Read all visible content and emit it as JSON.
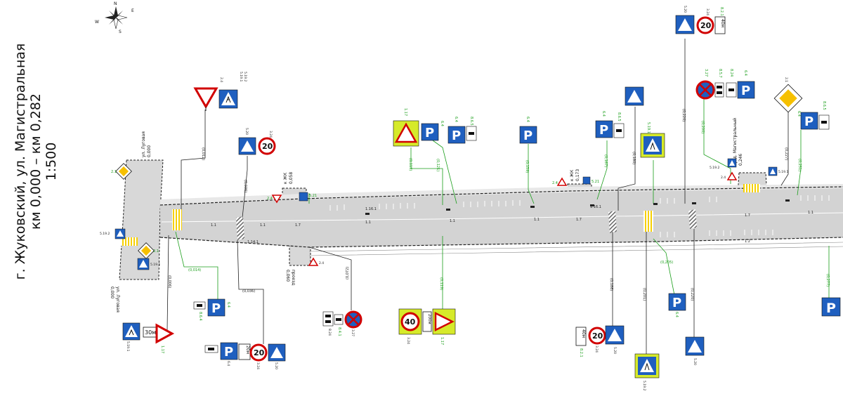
{
  "title": {
    "line1": "г. Жуковский, ул. Магистральная",
    "line2": "км 0,000 – км 0,282",
    "line3": "1:500"
  },
  "compass": {
    "n": "N",
    "e": "E",
    "s": "S",
    "w": "W"
  },
  "road_labels": {
    "lugovaya_top": "ул. Луговая",
    "lugovaya_top_km": "0,000",
    "lugovaya_bottom": "ул. Луговая",
    "lugovaya_bottom_km": "0,000",
    "zhk1": "к ЖК",
    "zhk1_km": "0,058",
    "proezd": "проезд",
    "proezd_km": "0,060",
    "zhk2": "к ЖК",
    "zhk2_km": "0,173",
    "mag": "пр-д. Магистральный",
    "mag_km": "0,246"
  },
  "markings": {
    "m1_1": "1.1",
    "m1_7": "1.7",
    "m1_2": "1.2",
    "m1_14": "1.14.1",
    "m1_16": "1.16.1",
    "m1_16b": "1.16.1"
  },
  "distances": {
    "d1": "(0,012)",
    "d2": "(0,036)",
    "d3": "(0,014)",
    "d4": "(0,036)",
    "d5": "(0,006)",
    "d6": "(0,072)",
    "d7": "(0,119)",
    "d8": "(0,119)",
    "d9": "(0,121)",
    "d10": "(0,159)",
    "d11": "(0,167)",
    "d12": "(0,188)",
    "d13": "(0,201)",
    "d14": "(0,205)",
    "d15": "(0,220)",
    "d16": "(0,227)",
    "d17": "(0,251)",
    "d18": "(0,277)",
    "d19": "(0,200)",
    "d20": "(0,180)",
    "d21": "(0,220)"
  },
  "signs": {
    "speed20_a": "20",
    "speed20_b": "20",
    "speed20_c": "20",
    "speed20_d": "20",
    "speed40": "40",
    "p_letter": "P",
    "len_30": "30м",
    "len_20a": "20м",
    "len_20b": "20м",
    "len_40a": "40м",
    "len_40b": "40м",
    "len_200": "200м"
  },
  "sign_codes": {
    "c5_20": "5.20",
    "c3_24": "3.24",
    "c8_2_1": "8.2.1",
    "c2_4": "2.4",
    "c1_17": "1.17",
    "c6_4": "6.4",
    "c8_6_5": "8.6.5",
    "c8_4_1": "8.4.1",
    "c3_27": "3.27",
    "c8_24": "8.24",
    "c5_19_1": "5.19.1",
    "c5_19_2": "5.19.2",
    "c2_1": "2.1",
    "c8_6_4": "8.6.4",
    "c8_17": "8.17",
    "c8_6_1": "8.6.1",
    "c8_5_7": "8.5.7",
    "c5_21": "5.21",
    "c5_20b": "5.20"
  }
}
